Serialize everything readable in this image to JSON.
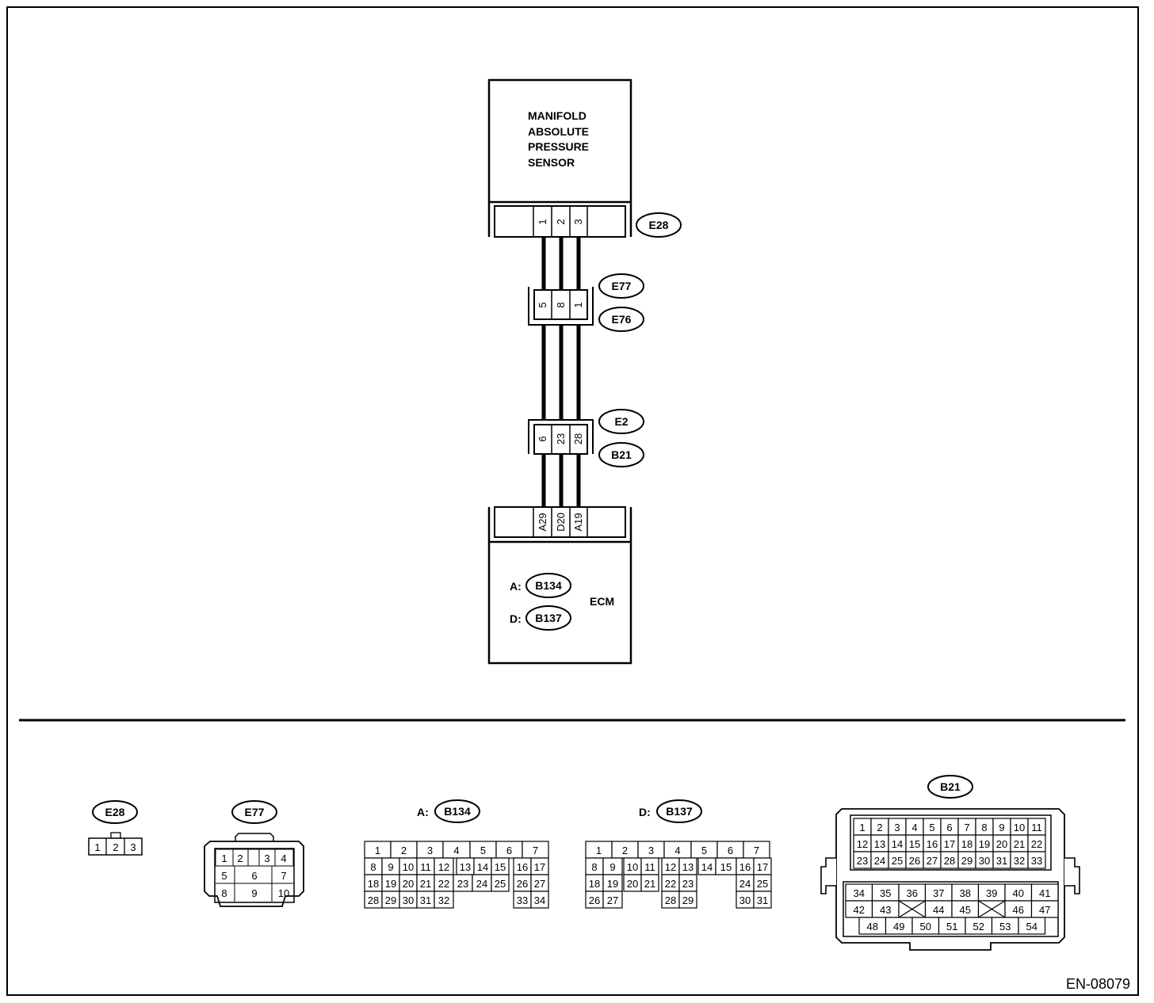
{
  "sensor": {
    "title_lines": [
      "MANIFOLD",
      "ABSOLUTE",
      "PRESSURE",
      "SENSOR"
    ],
    "connector": "E28",
    "pins": [
      "1",
      "2",
      "3"
    ]
  },
  "joint1": {
    "tag_top": "E77",
    "tag_bottom": "E76",
    "pins": [
      "5",
      "8",
      "1"
    ]
  },
  "joint2": {
    "tag_top": "E2",
    "tag_bottom": "B21",
    "pins": [
      "6",
      "23",
      "28"
    ]
  },
  "ecm": {
    "label": "ECM",
    "pins": [
      "A29",
      "D20",
      "A19"
    ],
    "conn_a_prefix": "A:",
    "conn_a": "B134",
    "conn_d_prefix": "D:",
    "conn_d": "B137"
  },
  "connector_views": {
    "e28": {
      "tag": "E28",
      "pins": [
        "1",
        "2",
        "3"
      ]
    },
    "e77": {
      "tag": "E77",
      "pins": [
        "1",
        "2",
        "3",
        "4",
        "5",
        "6",
        "7",
        "8",
        "9",
        "10"
      ]
    },
    "b134": {
      "prefix": "A:",
      "tag": "B134",
      "pins": [
        "1",
        "2",
        "3",
        "4",
        "5",
        "6",
        "7",
        "8",
        "9",
        "10",
        "11",
        "12",
        "13",
        "14",
        "15",
        "16",
        "17",
        "18",
        "19",
        "20",
        "21",
        "22",
        "23",
        "24",
        "25",
        "26",
        "27",
        "28",
        "29",
        "30",
        "31",
        "32",
        "33",
        "34"
      ]
    },
    "b137": {
      "prefix": "D:",
      "tag": "B137",
      "pins": [
        "1",
        "2",
        "3",
        "4",
        "5",
        "6",
        "7",
        "8",
        "9",
        "10",
        "11",
        "12",
        "13",
        "14",
        "15",
        "16",
        "17",
        "18",
        "19",
        "20",
        "21",
        "22",
        "23",
        "24",
        "25",
        "26",
        "27",
        "28",
        "29",
        "30",
        "31"
      ]
    },
    "b21": {
      "tag": "B21",
      "pins": [
        "1",
        "2",
        "3",
        "4",
        "5",
        "6",
        "7",
        "8",
        "9",
        "10",
        "11",
        "12",
        "13",
        "14",
        "15",
        "16",
        "17",
        "18",
        "19",
        "20",
        "21",
        "22",
        "23",
        "24",
        "25",
        "26",
        "27",
        "28",
        "29",
        "30",
        "31",
        "32",
        "33",
        "34",
        "35",
        "36",
        "37",
        "38",
        "39",
        "40",
        "41",
        "42",
        "43",
        "44",
        "45",
        "46",
        "47",
        "48",
        "49",
        "50",
        "51",
        "52",
        "53",
        "54"
      ]
    }
  },
  "figure_id": "EN-08079"
}
